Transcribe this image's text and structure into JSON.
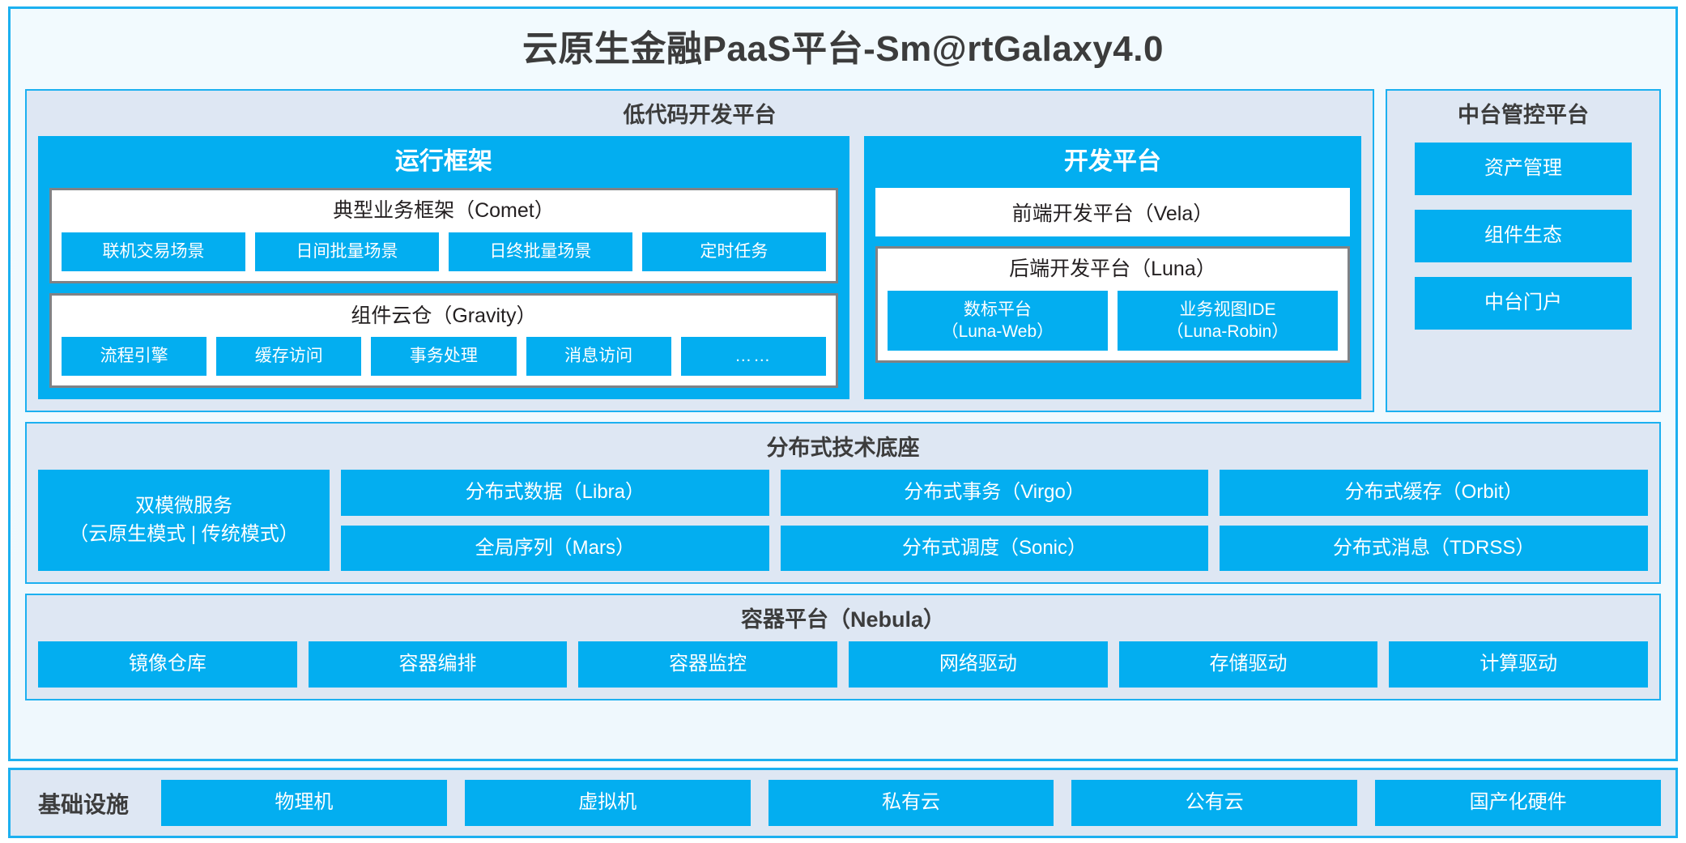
{
  "diagram": {
    "title": "云原生金融PaaS平台-Sm@rtGalaxy4.0",
    "colors": {
      "accent_blue": "#03AEF0",
      "border_blue": "#1CB0F0",
      "panel_bg": "#DEE7F3",
      "card_bg": "#F2FAFE",
      "box_border_gray": "#808285",
      "text_dark": "#3C3C3C",
      "text_white": "#FFFFFF"
    }
  },
  "lowcode": {
    "title": "低代码开发平台",
    "runtime": {
      "title": "运行框架",
      "comet": {
        "title": "典型业务框架（Comet）",
        "items": [
          "联机交易场景",
          "日间批量场景",
          "日终批量场景",
          "定时任务"
        ]
      },
      "gravity": {
        "title": "组件云仓（Gravity）",
        "items": [
          "流程引擎",
          "缓存访问",
          "事务处理",
          "消息访问",
          "……"
        ]
      }
    },
    "devplatform": {
      "title": "开发平台",
      "frontend": "前端开发平台（Vela）",
      "backend": {
        "title": "后端开发平台（Luna）",
        "items": [
          "数标平台\n（Luna-Web）",
          "业务视图IDE\n（Luna-Robin）"
        ],
        "items_split": [
          {
            "line1": "数标平台",
            "line2": "（Luna-Web）"
          },
          {
            "line1": "业务视图IDE",
            "line2": "（Luna-Robin）"
          }
        ]
      }
    }
  },
  "control_platform": {
    "title": "中台管控平台",
    "items": [
      "资产管理",
      "组件生态",
      "中台门户"
    ]
  },
  "distributed_base": {
    "title": "分布式技术底座",
    "microservice": {
      "line1": "双模微服务",
      "line2": "（云原生模式 | 传统模式）"
    },
    "columns": [
      [
        "分布式数据（Libra）",
        "全局序列（Mars）"
      ],
      [
        "分布式事务（Virgo）",
        "分布式调度（Sonic）"
      ],
      [
        "分布式缓存（Orbit）",
        "分布式消息（TDRSS）"
      ]
    ]
  },
  "container_platform": {
    "title": "容器平台（Nebula）",
    "items": [
      "镜像仓库",
      "容器编排",
      "容器监控",
      "网络驱动",
      "存储驱动",
      "计算驱动"
    ]
  },
  "infrastructure": {
    "label": "基础设施",
    "items": [
      "物理机",
      "虚拟机",
      "私有云",
      "公有云",
      "国产化硬件"
    ]
  }
}
